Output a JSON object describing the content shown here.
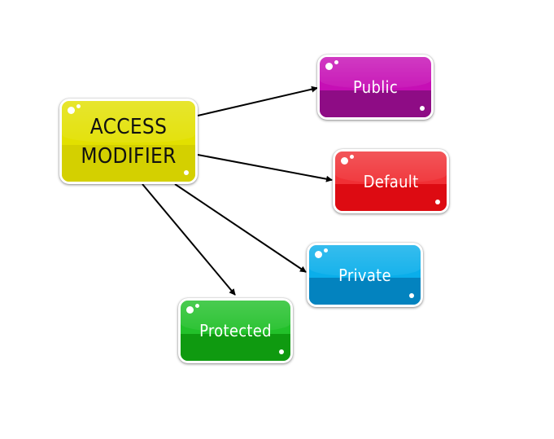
{
  "diagram": {
    "type": "hierarchy",
    "root": {
      "id": "root",
      "label_line1": "ACCESS",
      "label_line2": "MODIFIER",
      "color": "#e2e000",
      "text_color": "#111111"
    },
    "children": [
      {
        "id": "public",
        "label": "Public",
        "color": "#c60fb5"
      },
      {
        "id": "default",
        "label": "Default",
        "color": "#f03035"
      },
      {
        "id": "private",
        "label": "Private",
        "color": "#0aaeea"
      },
      {
        "id": "protected",
        "label": "Protected",
        "color": "#22c02a"
      }
    ],
    "edges": [
      {
        "from": "root",
        "to": "public"
      },
      {
        "from": "root",
        "to": "default"
      },
      {
        "from": "root",
        "to": "private"
      },
      {
        "from": "root",
        "to": "protected"
      }
    ]
  }
}
